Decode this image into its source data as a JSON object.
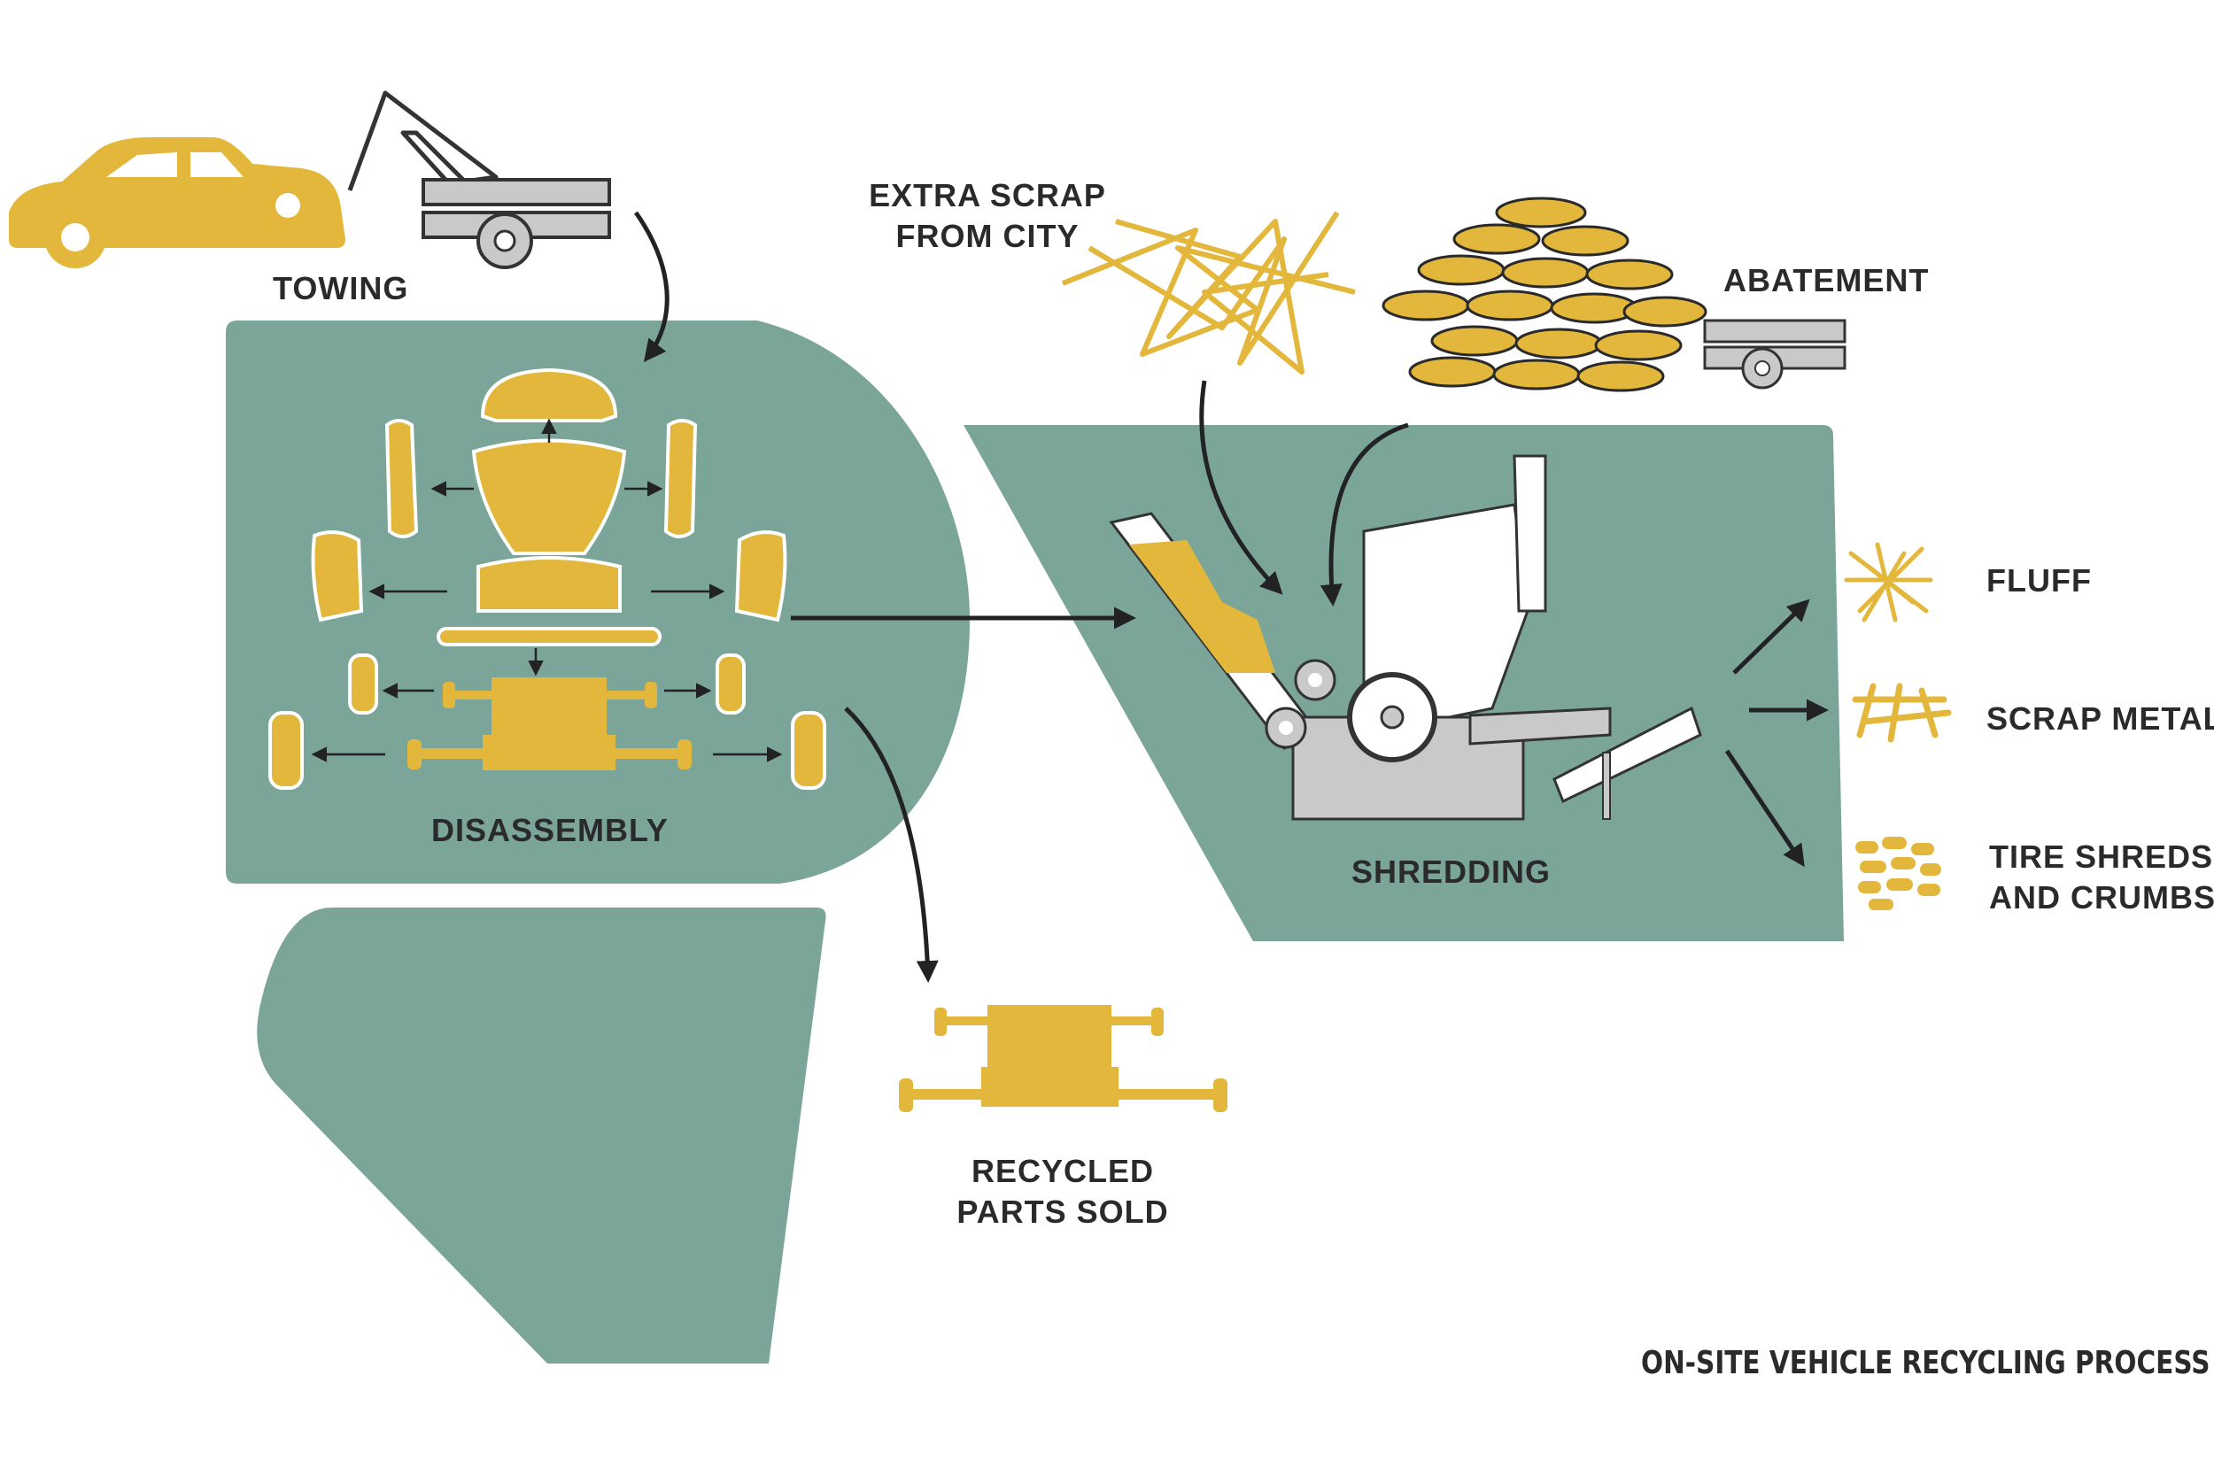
{
  "labels": {
    "towing": "TOWING",
    "disassembly": "DISASSEMBLY",
    "recycled_parts_line1": "RECYCLED",
    "recycled_parts_line2": "PARTS SOLD",
    "extra_scrap_line1": "EXTRA SCRAP",
    "extra_scrap_line2": "FROM CITY",
    "abatement": "ABATEMENT",
    "shredding": "SHREDDING",
    "fluff": "FLUFF",
    "scrap_metal": "SCRAP METAL",
    "tire_shreds_line1": "TIRE SHREDS",
    "tire_shreds_line2": "AND CRUMBS",
    "title": "ON-SITE VEHICLE RECYCLING PROCESS"
  },
  "colors": {
    "zone_green": "#7aa598",
    "accent_yellow": "#e3b73c",
    "machine_gray": "#c9c9c9",
    "ink": "#2a2a2a"
  },
  "icons": [
    "car-icon",
    "tow-trailer-icon",
    "car-parts-exploded-icon",
    "chassis-icon",
    "scrap-pile-icon",
    "tire-stack-icon",
    "shredder-machine-icon",
    "fluff-icon",
    "scrap-metal-icon",
    "tire-crumbs-icon"
  ]
}
